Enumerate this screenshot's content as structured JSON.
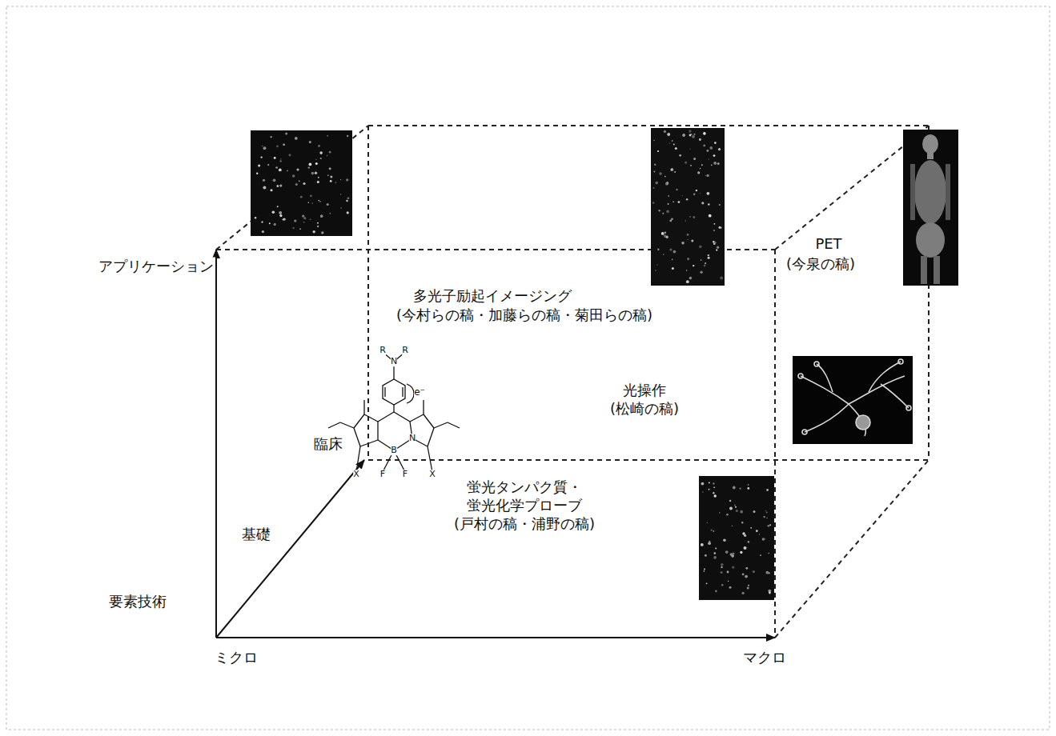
{
  "diagram": {
    "labels": [
      "アプリケーション",
      "多光子励起イメージング",
      "(今村らの稿・加藤らの稿・菊田らの稿)",
      "PET",
      "(今泉の稿)",
      "R",
      "R",
      "N",
      "e⁻",
      "光操作",
      "(松崎の稿)",
      "臨床",
      "N",
      "B",
      "X",
      "F",
      "F",
      "X",
      "基礎",
      "蛍光タンパク質・蛍光化学プローブ",
      "(戸村の稿・浦野の稿)",
      "要素技術",
      "ミクロ",
      "マクロ"
    ]
  }
}
